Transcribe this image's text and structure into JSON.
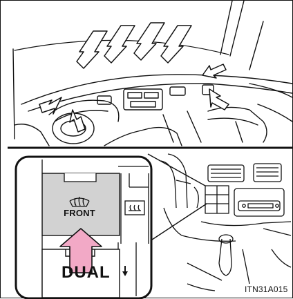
{
  "button": {
    "label": "FRONT"
  },
  "bottom_button": {
    "label": "DUAL"
  },
  "figure": {
    "code": "ITN31A015"
  },
  "colors": {
    "button_fill": "#d2d2d2",
    "arrow_fill": "#f2a9c6",
    "line": "#111111"
  }
}
